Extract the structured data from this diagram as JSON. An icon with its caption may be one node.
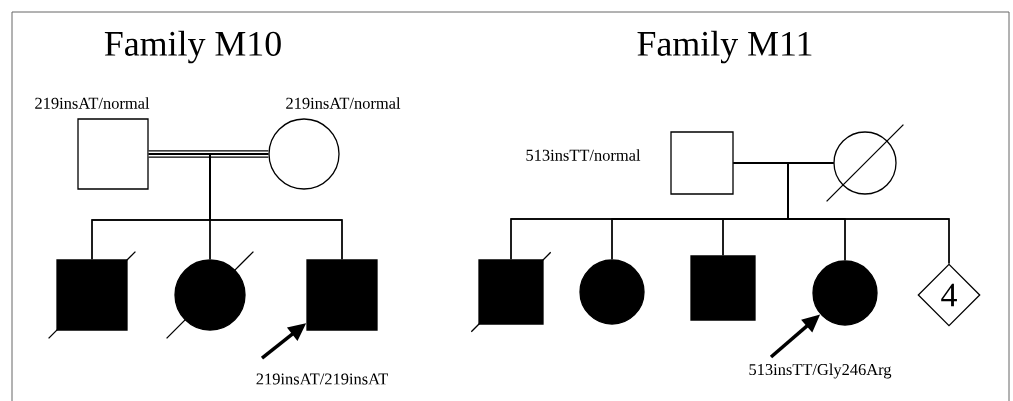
{
  "diagram": {
    "nodes": [
      {
        "text": [],
        "shape": "box",
        "beside": [
          "219insAT/normal"
        ]
      },
      {
        "text": [],
        "shape": "circle",
        "beside": [
          "219insAT/normal"
        ]
      },
      {
        "text": [],
        "shape": "box"
      },
      {
        "text": [],
        "shape": "circle"
      },
      {
        "text": [],
        "shape": "box",
        "beside": [
          "219insAT/219insAT"
        ]
      },
      {
        "text": [],
        "shape": "box",
        "beside": [
          "513insTT/normal"
        ]
      },
      {
        "text": [],
        "shape": "circle"
      },
      {
        "text": [],
        "shape": "box"
      },
      {
        "text": [],
        "shape": "circle"
      },
      {
        "text": [],
        "shape": "box"
      },
      {
        "text": [],
        "shape": "circle",
        "beside": [
          "513insTT/Gly246Arg"
        ]
      },
      {
        "text": [
          "4"
        ]
      }
    ],
    "edges": [
      {
        "from": 0,
        "to": 1,
        "arrow": "none",
        "style": "thick"
      },
      {
        "from": 0,
        "to": 2,
        "arrow": "none"
      },
      {
        "from": 0,
        "to": 3,
        "arrow": "none"
      },
      {
        "from": 0,
        "to": 4,
        "arrow": "none"
      },
      {
        "from": 1,
        "to": 2,
        "arrow": "none"
      },
      {
        "from": 1,
        "to": 3,
        "arrow": "none"
      },
      {
        "from": 1,
        "to": 4,
        "arrow": "none"
      },
      {
        "from": null,
        "to": 4,
        "arrow": "to",
        "style": "thick"
      },
      {
        "from": 5,
        "to": 6,
        "arrow": "none"
      },
      {
        "from": 5,
        "to": 7,
        "arrow": "none"
      },
      {
        "from": 5,
        "to": 8,
        "arrow": "none"
      },
      {
        "from": 5,
        "to": 9,
        "arrow": "none"
      },
      {
        "from": 5,
        "to": 10,
        "arrow": "none"
      },
      {
        "from": 5,
        "to": 11,
        "arrow": "none"
      },
      {
        "from": 6,
        "to": 7,
        "arrow": "none"
      },
      {
        "from": 6,
        "to": 8,
        "arrow": "none"
      },
      {
        "from": 6,
        "to": 9,
        "arrow": "none"
      },
      {
        "from": 6,
        "to": 10,
        "arrow": "none"
      },
      {
        "from": 6,
        "to": 11,
        "arrow": "none"
      },
      {
        "from": null,
        "to": 10,
        "arrow": "to",
        "style": "thick"
      }
    ],
    "labels": [
      "Family M10",
      "Family M11"
    ]
  }
}
